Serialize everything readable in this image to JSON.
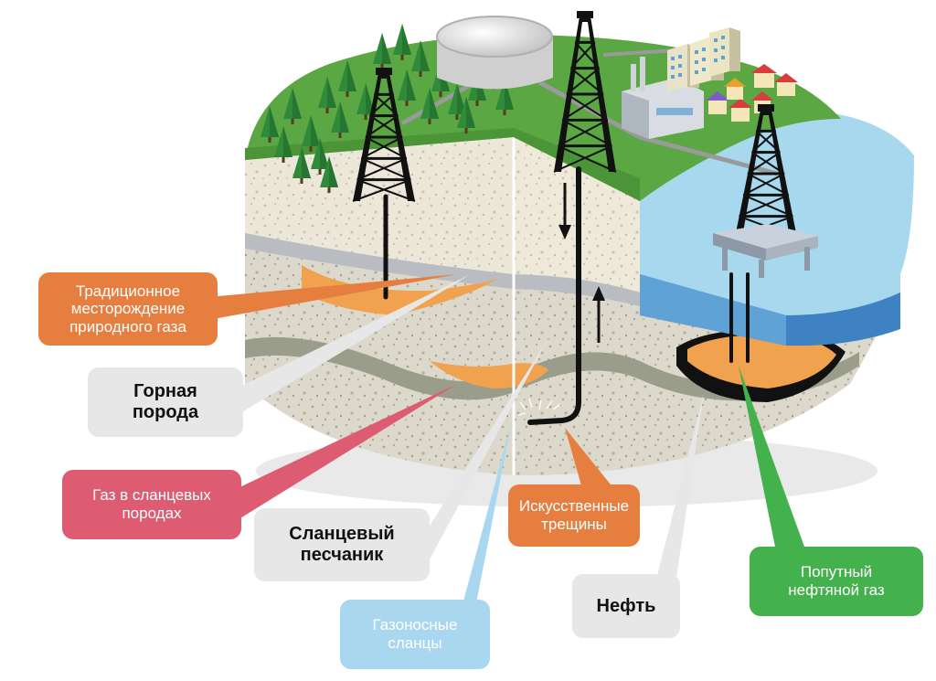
{
  "labels": {
    "conventional_gas": [
      "Традиционное",
      "месторождение",
      "природного газа"
    ],
    "rock": [
      "Горная",
      "порода"
    ],
    "shale_gas": [
      "Газ в сланцевых",
      "породах"
    ],
    "shale_sandstone": [
      "Сланцевый",
      "песчаник"
    ],
    "gas_shales": [
      "Газоносные",
      "сланцы"
    ],
    "fractures": [
      "Искусственные",
      "трещины"
    ],
    "oil": [
      "Нефть"
    ],
    "associated_gas": [
      "Попутный",
      "нефтяной газ"
    ]
  },
  "colors": {
    "orange_label": "#e67e3f",
    "grey_label": "#e7e7e7",
    "pink_label": "#dd5c72",
    "blue_label": "#a9d7ef",
    "green_label": "#43b14c",
    "grass": "#5aa743",
    "water": "#a8d8ee",
    "gas_deposit": "#f0a24e",
    "rock": "#d9d6cc",
    "shale_band": "#9a9d8a"
  },
  "icons": [
    "tree-icon",
    "drilling-rig-icon",
    "storage-tank-icon",
    "factory-icon",
    "apartment-building-icon",
    "house-icon",
    "offshore-platform-icon",
    "down-arrow-icon",
    "up-arrow-icon"
  ]
}
